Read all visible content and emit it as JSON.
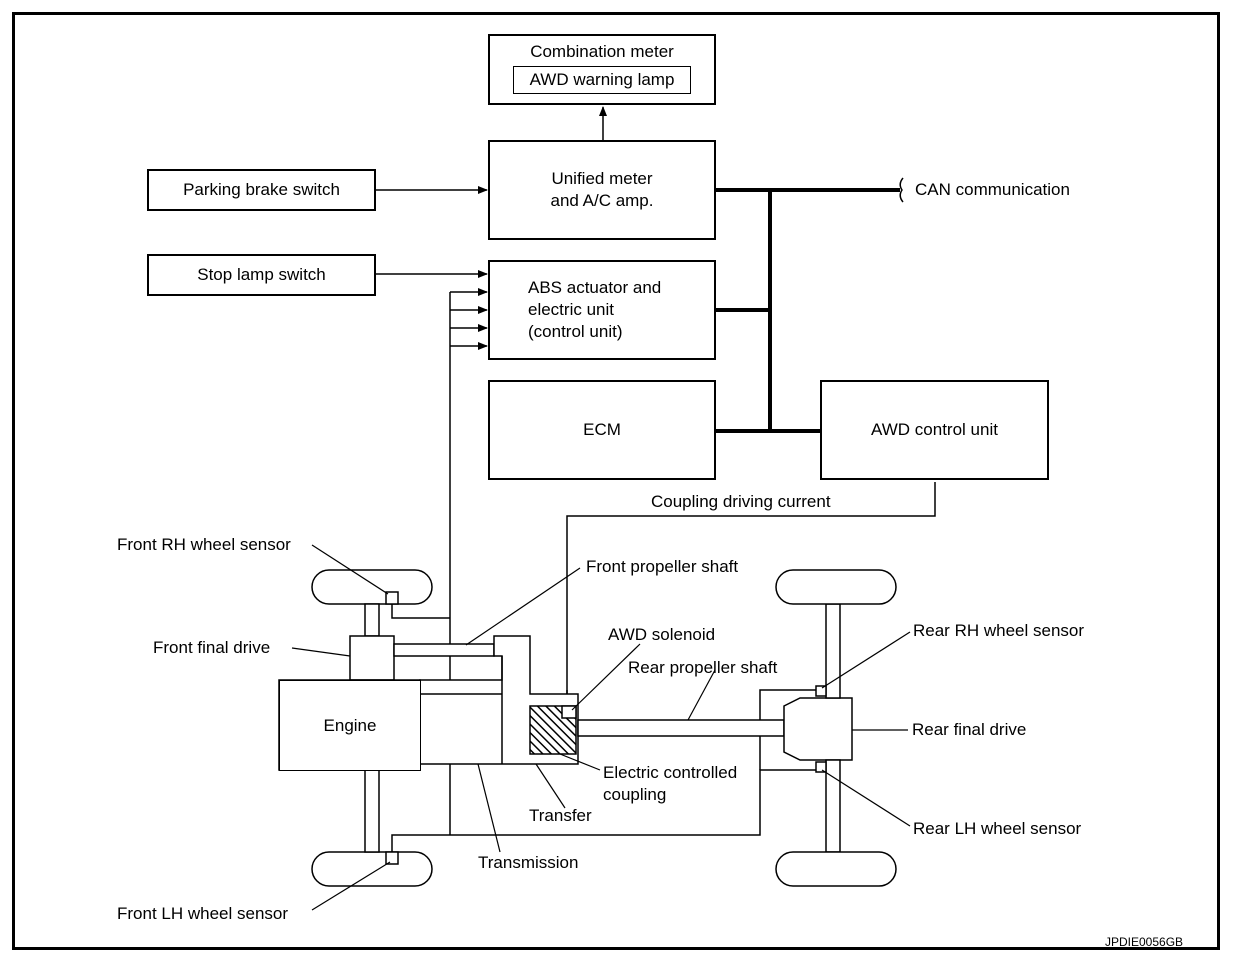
{
  "boxes": {
    "combination_meter": "Combination meter",
    "awd_warning_lamp": "AWD warning lamp",
    "unified_meter": "Unified meter\nand A/C amp.",
    "parking_brake_switch": "Parking brake switch",
    "stop_lamp_switch": "Stop lamp switch",
    "abs_actuator": "ABS actuator and\nelectric unit\n(control unit)",
    "ecm": "ECM",
    "awd_control_unit": "AWD control unit",
    "engine": "Engine"
  },
  "labels": {
    "can_communication": "CAN communication",
    "coupling_driving_current": "Coupling driving current",
    "front_rh_wheel_sensor": "Front RH wheel sensor",
    "front_propeller_shaft": "Front propeller shaft",
    "front_final_drive": "Front final drive",
    "awd_solenoid": "AWD solenoid",
    "rear_propeller_shaft": "Rear propeller shaft",
    "rear_rh_wheel_sensor": "Rear RH wheel sensor",
    "rear_final_drive": "Rear final drive",
    "electric_controlled_coupling": "Electric controlled\ncoupling",
    "transfer": "Transfer",
    "rear_lh_wheel_sensor": "Rear LH wheel sensor",
    "transmission": "Transmission",
    "front_lh_wheel_sensor": "Front LH wheel sensor"
  },
  "figure_code": "JPDIE0056GB"
}
